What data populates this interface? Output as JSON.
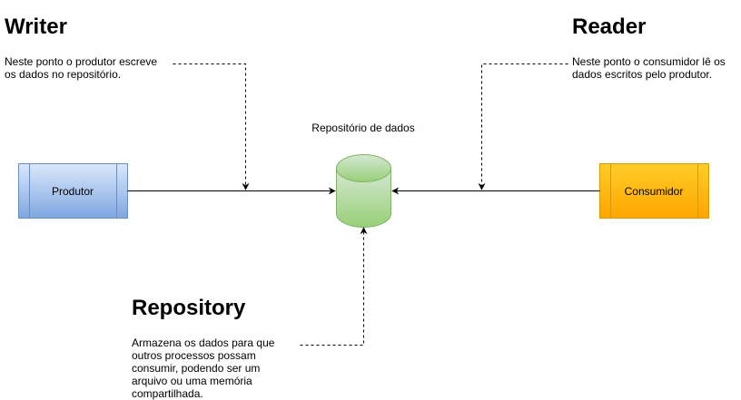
{
  "writer": {
    "title": "Writer",
    "text": "Neste ponto o produtor escreve os dados no repositório."
  },
  "reader": {
    "title": "Reader",
    "text": "Neste ponto o consumidor lê os dados escritos pelo produtor."
  },
  "repository": {
    "title": "Repository",
    "text": "Armazena os dados para que outros processos possam consumir, podendo ser um arquivo ou uma memória compartilhada."
  },
  "nodes": {
    "producer": "Produtor",
    "consumer": "Consumidor",
    "datastore": "Repositório de dados"
  },
  "colors": {
    "producer_fill_top": "#dae8fc",
    "producer_fill_bottom": "#7ea6e0",
    "producer_stroke": "#6c8ebf",
    "consumer_fill_top": "#ffcd28",
    "consumer_fill_bottom": "#ffa500",
    "consumer_stroke": "#d79b00",
    "datastore_fill_top": "#d5e8d4",
    "datastore_fill_bottom": "#97d077",
    "datastore_stroke": "#82b366"
  }
}
